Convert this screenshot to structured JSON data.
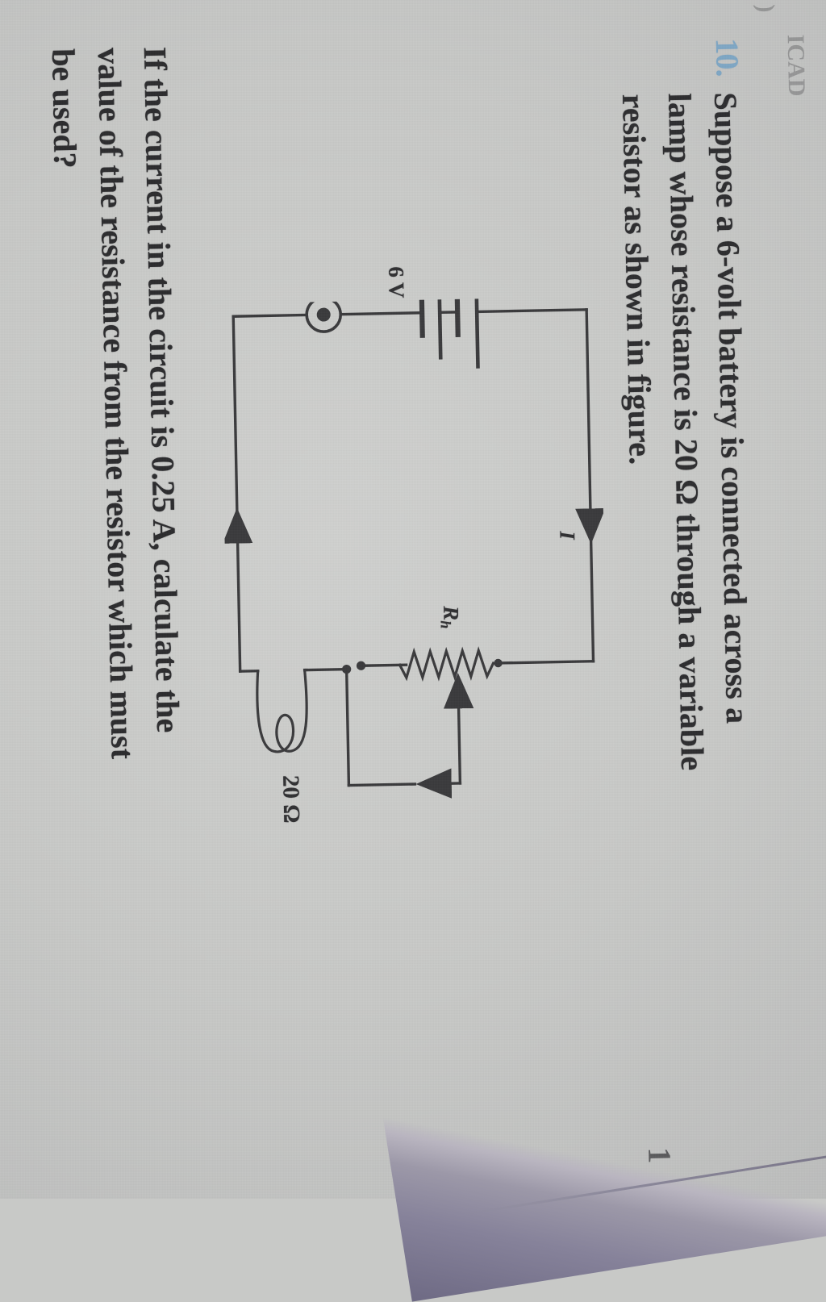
{
  "page": {
    "background_color": "#c8c9c7",
    "ink_color": "#2d2d2f",
    "accent_color": "#7ea6c4"
  },
  "question": {
    "number": "10.",
    "lines": [
      "Suppose a 6-volt battery is connected across a",
      "lamp whose resistance is 20 Ω through a variable",
      "resistor as shown in figure."
    ]
  },
  "paragraph": {
    "lines": [
      "If the current in the circuit is 0.25 A, calculate the",
      "value of the resistance from the resistor which must",
      "be used?"
    ]
  },
  "figure": {
    "type": "circuit-diagram",
    "labels": {
      "current": "I",
      "rheostat": "R",
      "rheostat_sub": "h",
      "battery": "6 V",
      "lamp_resistance": "20 Ω"
    },
    "components": [
      "battery-6v",
      "lamp-bulb",
      "rheostat-Rh",
      "coil-20-ohm",
      "current-arrow-top",
      "current-arrow-bottom",
      "wiper-arrow"
    ]
  },
  "margin_marks": {
    "left_edge": "1",
    "top_right_ghost": "ICAD",
    "top_right_paren": ")"
  }
}
